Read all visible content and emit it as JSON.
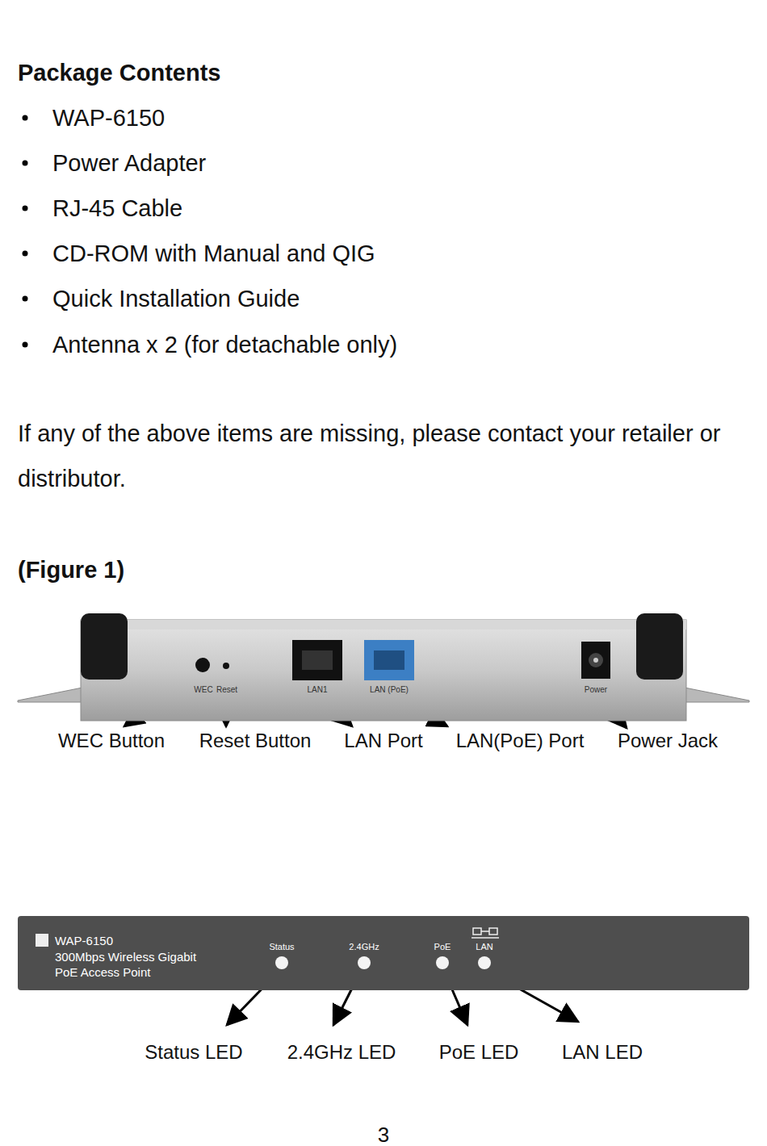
{
  "diagram": {
    "title": "Package Contents",
    "nodes": [
      {
        "text": [
          "WEC",
          "Reset",
          "LAN1",
          "LAN (PoE)",
          "Power"
        ]
      },
      {
        "text": [
          "WAP-6150",
          "300Mbps Wireless Gigabit PoE Access Point",
          "Status",
          "2.4GHz",
          "PoE",
          "LAN"
        ]
      }
    ],
    "labels": [
      "WAP-6150",
      "Power Adapter",
      "RJ-45 Cable",
      "CD-ROM with Manual and QIG",
      "Quick Installation Guide",
      "Antenna x 2 (for detachable only)",
      "If any of the above items are missing, please contact your retailer or distributor.",
      "(Figure 1)",
      "WEC Button",
      "Reset Button",
      "LAN Port",
      "LAN(PoE) Port",
      "Power Jack",
      "Status LED",
      "2.4GHz LED",
      "PoE LED",
      "LAN LED",
      "3"
    ]
  }
}
